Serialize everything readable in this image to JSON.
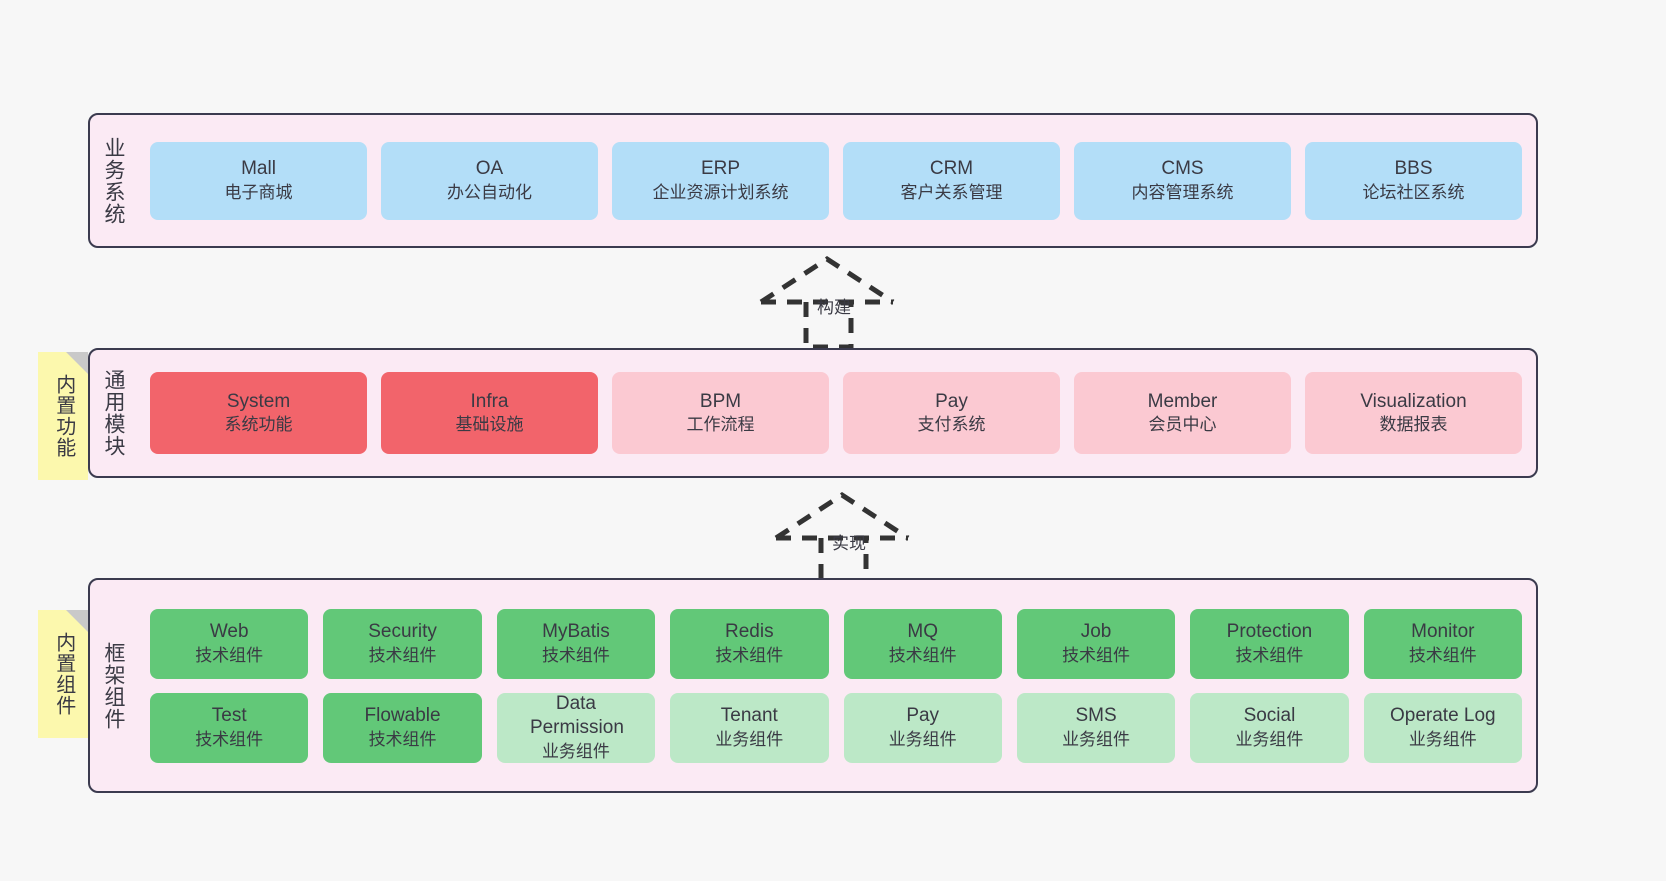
{
  "diagram": {
    "background": "#f7f7f7",
    "layer_fill": "#fbeaf4",
    "layer_border": "#3b3b4f",
    "sticky_fill": "#fcf8ad"
  },
  "layers": [
    {
      "id": "business",
      "label": "业务系统",
      "color": "#b3def8",
      "cards": [
        {
          "title": "Mall",
          "subtitle": "电子商城",
          "style": "blue"
        },
        {
          "title": "OA",
          "subtitle": "办公自动化",
          "style": "blue"
        },
        {
          "title": "ERP",
          "subtitle": "企业资源计划系统",
          "style": "blue"
        },
        {
          "title": "CRM",
          "subtitle": "客户关系管理",
          "style": "blue"
        },
        {
          "title": "CMS",
          "subtitle": "内容管理系统",
          "style": "blue"
        },
        {
          "title": "BBS",
          "subtitle": "论坛社区系统",
          "style": "blue"
        }
      ]
    },
    {
      "id": "modules",
      "label": "通用模块",
      "sticky": "内置功能",
      "cards": [
        {
          "title": "System",
          "subtitle": "系统功能",
          "style": "redd"
        },
        {
          "title": "Infra",
          "subtitle": "基础设施",
          "style": "redd"
        },
        {
          "title": "BPM",
          "subtitle": "工作流程",
          "style": "pinkl"
        },
        {
          "title": "Pay",
          "subtitle": "支付系统",
          "style": "pinkl"
        },
        {
          "title": "Member",
          "subtitle": "会员中心",
          "style": "pinkl"
        },
        {
          "title": "Visualization",
          "subtitle": "数据报表",
          "style": "pinkl"
        }
      ]
    },
    {
      "id": "framework",
      "label": "框架组件",
      "sticky": "内置组件",
      "rows": [
        [
          {
            "title": "Web",
            "subtitle": "技术组件",
            "style": "greend"
          },
          {
            "title": "Security",
            "subtitle": "技术组件",
            "style": "greend"
          },
          {
            "title": "MyBatis",
            "subtitle": "技术组件",
            "style": "greend"
          },
          {
            "title": "Redis",
            "subtitle": "技术组件",
            "style": "greend"
          },
          {
            "title": "MQ",
            "subtitle": "技术组件",
            "style": "greend"
          },
          {
            "title": "Job",
            "subtitle": "技术组件",
            "style": "greend"
          },
          {
            "title": "Protection",
            "subtitle": "技术组件",
            "style": "greend"
          },
          {
            "title": "Monitor",
            "subtitle": "技术组件",
            "style": "greend"
          }
        ],
        [
          {
            "title": "Test",
            "subtitle": "技术组件",
            "style": "greend"
          },
          {
            "title": "Flowable",
            "subtitle": "技术组件",
            "style": "greend"
          },
          {
            "title": "Data Permission",
            "subtitle": "业务组件",
            "style": "greenl"
          },
          {
            "title": "Tenant",
            "subtitle": "业务组件",
            "style": "greenl"
          },
          {
            "title": "Pay",
            "subtitle": "业务组件",
            "style": "greenl"
          },
          {
            "title": "SMS",
            "subtitle": "业务组件",
            "style": "greenl"
          },
          {
            "title": "Social",
            "subtitle": "业务组件",
            "style": "greenl"
          },
          {
            "title": "Operate Log",
            "subtitle": "业务组件",
            "style": "greenl"
          }
        ]
      ]
    }
  ],
  "connectors": [
    {
      "id": "build",
      "label": "构建"
    },
    {
      "id": "implement",
      "label": "实现"
    }
  ]
}
